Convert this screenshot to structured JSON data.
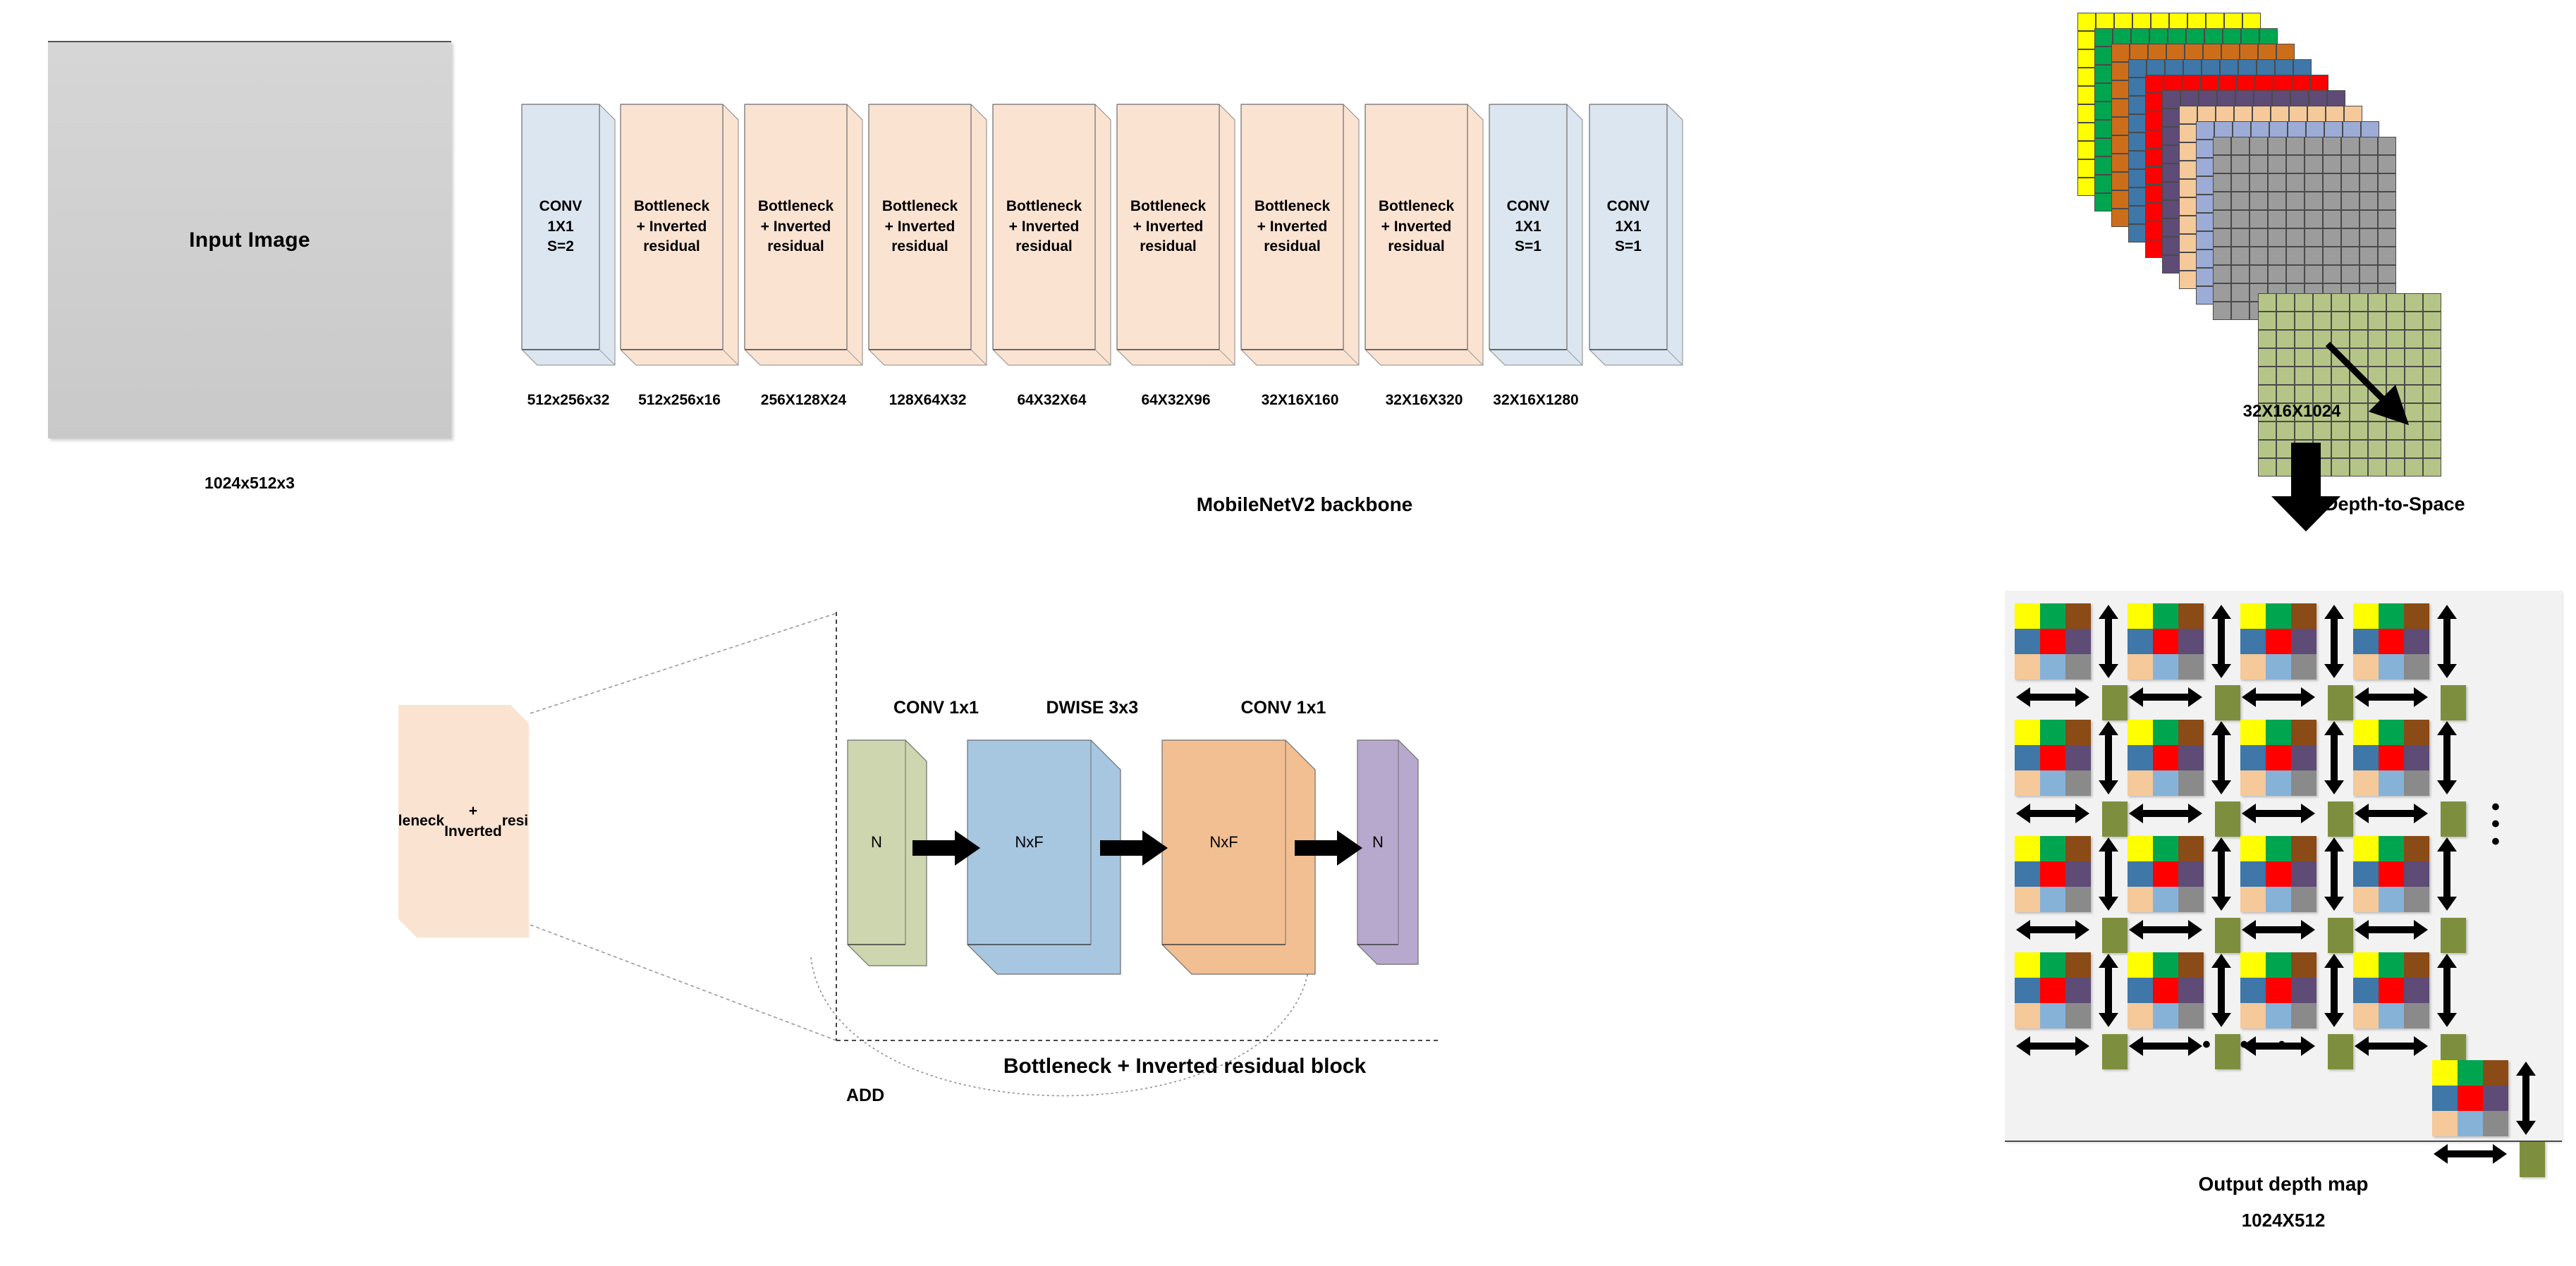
{
  "input": {
    "label": "Input Image",
    "caption": "1024x512x3"
  },
  "backbone": {
    "caption": "MobileNetV2 backbone",
    "blocks": [
      {
        "kind": "conv",
        "lines": [
          "CONV",
          "1X1",
          "S=2"
        ],
        "dim": "512x256x32"
      },
      {
        "kind": "bottleneck",
        "lines": [
          "Bottleneck",
          "+ Inverted",
          "residual"
        ],
        "dim": "512x256x16"
      },
      {
        "kind": "bottleneck",
        "lines": [
          "Bottleneck",
          "+ Inverted",
          "residual"
        ],
        "dim": "256X128X24"
      },
      {
        "kind": "bottleneck",
        "lines": [
          "Bottleneck",
          "+ Inverted",
          "residual"
        ],
        "dim": "128X64X32"
      },
      {
        "kind": "bottleneck",
        "lines": [
          "Bottleneck",
          "+ Inverted",
          "residual"
        ],
        "dim": "64X32X64"
      },
      {
        "kind": "bottleneck",
        "lines": [
          "Bottleneck",
          "+ Inverted",
          "residual"
        ],
        "dim": "64X32X96"
      },
      {
        "kind": "bottleneck",
        "lines": [
          "Bottleneck",
          "+ Inverted",
          "residual"
        ],
        "dim": "32X16X160"
      },
      {
        "kind": "bottleneck",
        "lines": [
          "Bottleneck",
          "+ Inverted",
          "residual"
        ],
        "dim": "32X16X320"
      },
      {
        "kind": "conv",
        "lines": [
          "CONV",
          "1X1",
          "S=1"
        ],
        "dim": "32X16X1280"
      },
      {
        "kind": "conv",
        "lines": [
          "CONV",
          "1X1",
          "S=1"
        ],
        "dim": ""
      }
    ]
  },
  "feature_stack": {
    "dim_label": "32X16X1024",
    "layer_colors": [
      "#FFFF00",
      "#00A550",
      "#CC6E19",
      "#3E77A8",
      "#FF0000",
      "#5E4B76",
      "#F5C99A",
      "#9CACD6",
      "#9C9C9C"
    ],
    "extracted_color": "#B5C587",
    "grid_cols": 10,
    "grid_rows": 10
  },
  "depth_to_space": {
    "label": "Depth-to-Space"
  },
  "bottleneck_detail": {
    "source_lines": [
      "Bottleneck",
      "+ Inverted",
      "residual"
    ],
    "caption": "Bottleneck + Inverted residual block",
    "add_label": "ADD",
    "stages": [
      {
        "op_label": "",
        "box_label": "N",
        "color": "#CDD6AE"
      },
      {
        "op_label": "CONV 1x1",
        "box_label": "NxF",
        "color": "#A7C6E0"
      },
      {
        "op_label": "DWISE 3x3",
        "box_label": "NxF",
        "color": "#F2BF92"
      },
      {
        "op_label": "CONV 1x1",
        "box_label": "N",
        "color": "#B7A9CE"
      }
    ]
  },
  "output_depth_map": {
    "caption": "Output depth map",
    "dim_label": "1024X512",
    "cell_colors": [
      "#FFFF00",
      "#00A550",
      "#8A4B16",
      "#3E77A8",
      "#FF0000",
      "#5E4B76",
      "#F5C99A",
      "#86B2D8",
      "#8A8A8A"
    ],
    "olive_color": "#7D8F3E",
    "rows": 4,
    "cols": 4,
    "ellipsis_vertical": "•\n•\n•",
    "ellipsis_horizontal": "• • •"
  }
}
